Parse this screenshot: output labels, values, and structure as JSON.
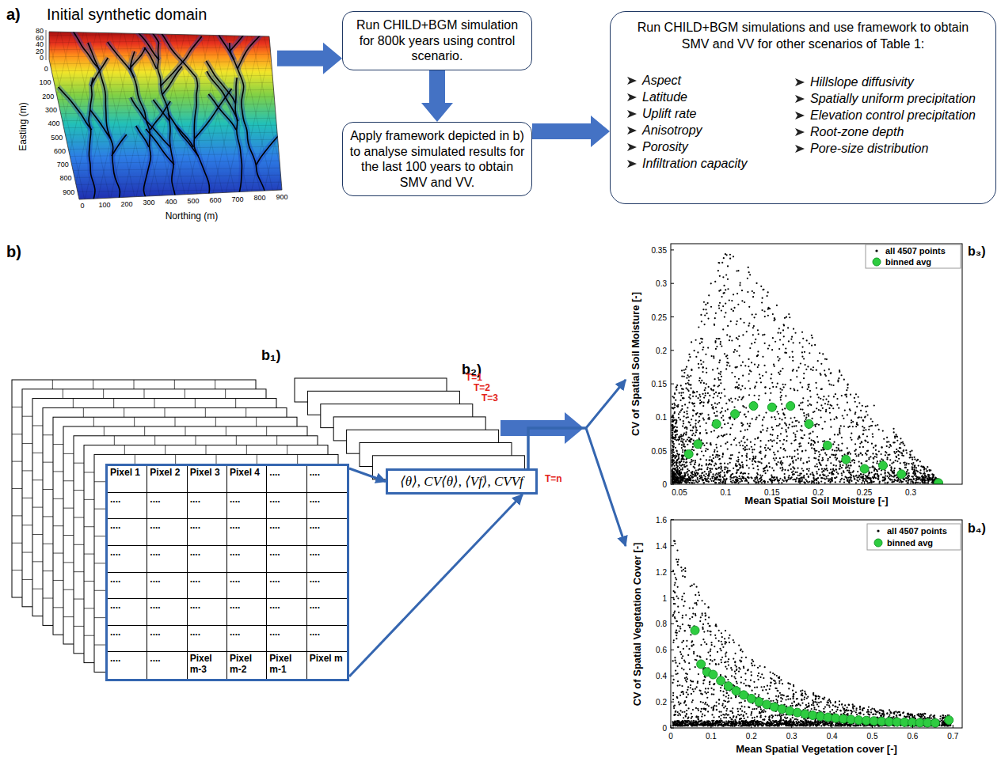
{
  "diagram": {
    "nodes": [
      {
        "text": [
          "Initial synthetic domain"
        ]
      },
      {
        "text": [
          "Run CHILD+BGM simulation for 800k years using control scenario."
        ]
      },
      {
        "text": [
          "Apply framework depicted in b) to analyse simulated results for the last 100 years to obtain SMV and VV."
        ]
      },
      {
        "text": [
          "Run CHILD+BGM simulations and use framework to obtain SMV and VV for other scenarios of Table 1:",
          "Aspect",
          "Latitude",
          "Uplift rate",
          "Anisotropy",
          "Porosity",
          "Infiltration capacity",
          "Hillslope diffusivity",
          "Spatially uniform precipitation",
          "Elevation control precipitation",
          "Root-zone depth",
          "Pore-size distribution"
        ]
      },
      {
        "text": [
          "Pixel 1",
          "Pixel 2",
          "Pixel 3",
          "Pixel 4",
          "....",
          "....",
          "....",
          "....",
          "....",
          "....",
          "....",
          "....",
          "....",
          "....",
          "....",
          "....",
          "....",
          "....",
          "....",
          "....",
          "....",
          "....",
          "....",
          "....",
          "....",
          "....",
          "....",
          "....",
          "....",
          "....",
          "....",
          "....",
          "....",
          "....",
          "....",
          "....",
          "....",
          "....",
          "....",
          "....",
          "....",
          "....",
          "....",
          "....",
          "Pixel m-3",
          "Pixel m-2",
          "Pixel m-1",
          "Pixel m"
        ]
      },
      {
        "text": [
          "⟨θ⟩, CV⟨θ⟩, ⟨Vf⟩, CVVf"
        ]
      },
      {
        "text": [
          "CV of Spatial Soil Moisture [-]",
          "Mean Spatial Soil Moisture [-]"
        ]
      },
      {
        "text": [
          "CV of Spatial Vegetation Cover [-]",
          "Mean Spatial Vegetation cover [-]"
        ]
      }
    ],
    "edges": [
      {
        "from": 0,
        "to": 1,
        "arrow": "to"
      },
      {
        "from": 1,
        "to": 2,
        "arrow": "to"
      },
      {
        "from": 2,
        "to": 3,
        "arrow": "to"
      },
      {
        "from": 4,
        "to": 5,
        "arrow": "to"
      },
      {
        "from": 4,
        "to": 5,
        "arrow": "to"
      },
      {
        "from": 5,
        "to": 6,
        "arrow": "to"
      },
      {
        "from": 5,
        "to": 7,
        "arrow": "to"
      }
    ],
    "labels": [
      "a)",
      "b)",
      "80",
      "60",
      "40",
      "20",
      "0",
      "0",
      "100",
      "200",
      "300",
      "400",
      "500",
      "600",
      "700",
      "800",
      "900",
      "Easting (m)",
      "0",
      "100",
      "200",
      "300",
      "400",
      "500",
      "600",
      "700",
      "800",
      "900",
      "Northing (m)",
      "b₁)",
      "b₂)",
      "T=1",
      "T=2",
      "T=3",
      "T=n",
      "b₃)",
      "0",
      "0.05",
      "0.1",
      "0.15",
      "0.2",
      "0.25",
      "0.3",
      "0.35",
      "0.05",
      "0.1",
      "0.15",
      "0.2",
      "0.25",
      "0.3",
      "b₄)",
      "0",
      "0.2",
      "0.4",
      "0.6",
      "0.8",
      "1",
      "1.2",
      "1.4",
      "1.6",
      "0",
      "0.1",
      "0.2",
      "0.3",
      "0.4",
      "0.5",
      "0.6",
      "0.7"
    ],
    "legend": [
      {
        "text": "all 4507 points"
      },
      {
        "text": "binned avg"
      },
      {
        "text": "all 4507 points"
      },
      {
        "text": "binned avg"
      }
    ]
  }
}
